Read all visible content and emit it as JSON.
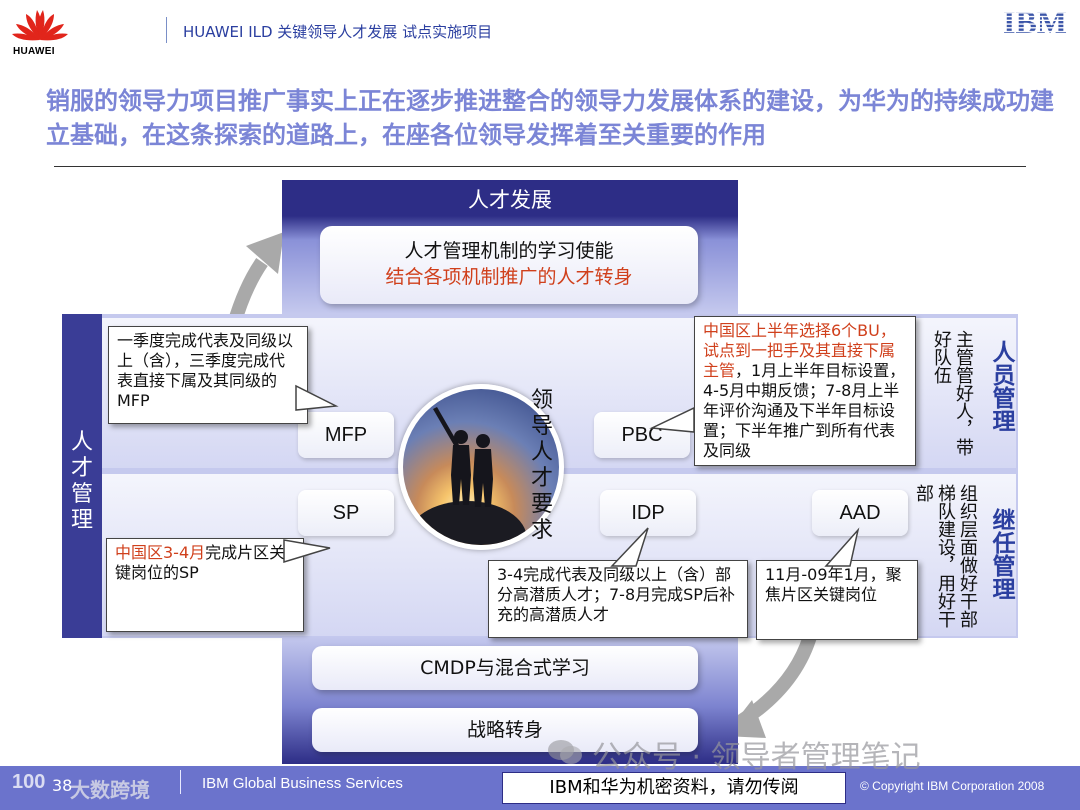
{
  "header": {
    "logo_text": "HUAWEI",
    "title": "HUAWEI ILD 关键领导人才发展 试点实施项目",
    "ibm_logo": "IBM"
  },
  "headline": "销服的领导力项目推广事实上正在逐步推进整合的领导力发展体系的建设，为华为的持续成功建立基础，在这条探索的道路上，在座各位领导发挥着至关重要的作用",
  "diagram": {
    "top_band_title": "人才发展",
    "top_panel": {
      "line1": "人才管理机制的学习使能",
      "line2": "结合各项机制推广的人才转身"
    },
    "left_label": "人才管理",
    "center_label": "领导人才要求",
    "pills": {
      "mfp": "MFP",
      "pbc": "PBC",
      "sp": "SP",
      "idp": "IDP",
      "aad": "AAD"
    },
    "callouts": {
      "mfp": "一季度完成代表及同级以上（含），三季度完成代表直接下属及其同级的MFP",
      "pbc_red": "中国区上半年选择6个BU，试点到一把手及其直接下属主管",
      "pbc_rest": "，1月上半年目标设置，4-5月中期反馈；7-8月上半年评价沟通及下半年目标设置；下半年推广到所有代表及同级",
      "sp_red": "中国区3-4月",
      "sp_rest": "完成片区关键岗位的SP",
      "idp": "3-4完成代表及同级以上（含）部分高潜质人才；7-8月完成SP后补充的高潜质人才",
      "aad": "11月-09年1月，聚焦片区关键岗位"
    },
    "right_top_title": "人员管理",
    "right_top_desc": "主管管好人，带好队伍",
    "right_bottom_title": "继任管理",
    "right_bottom_desc": "组织层面做好干部梯队建设，用好干部",
    "bottom_panels": {
      "cmdp": "CMDP与混合式学习",
      "strategy": "战略转身"
    }
  },
  "footer": {
    "page_number": "38",
    "left_text": "IBM Global Business Services",
    "confidential": "IBM和华为机密资料，请勿传阅",
    "copyright": "© Copyright IBM Corporation 2008"
  },
  "watermarks": {
    "bottom_left_logo": "100",
    "bottom_left": "大数跨境",
    "bottom_right": "公众号 · 领导者管理笔记"
  },
  "colors": {
    "navy": "#2d2d86",
    "light_band": "#c5c9ee",
    "accent_red": "#d0401c",
    "headline": "#7b85d6",
    "footer": "#6b73cc"
  }
}
